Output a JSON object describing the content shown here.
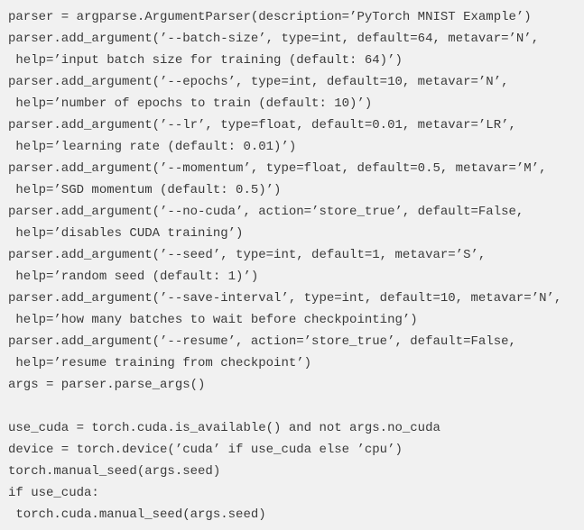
{
  "code": {
    "language": "python",
    "description": "PyTorch MNIST argparse setup code snippet",
    "lines": [
      "parser = argparse.ArgumentParser(description=’PyTorch MNIST Example’)",
      "parser.add_argument(’--batch-size’, type=int, default=64, metavar=’N’,",
      " help=’input batch size for training (default: 64)’)",
      "parser.add_argument(’--epochs’, type=int, default=10, metavar=’N’,",
      " help=’number of epochs to train (default: 10)’)",
      "parser.add_argument(’--lr’, type=float, default=0.01, metavar=’LR’,",
      " help=’learning rate (default: 0.01)’)",
      "parser.add_argument(’--momentum’, type=float, default=0.5, metavar=’M’,",
      " help=’SGD momentum (default: 0.5)’)",
      "parser.add_argument(’--no-cuda’, action=’store_true’, default=False,",
      " help=’disables CUDA training’)",
      "parser.add_argument(’--seed’, type=int, default=1, metavar=’S’,",
      " help=’random seed (default: 1)’)",
      "parser.add_argument(’--save-interval’, type=int, default=10, metavar=’N’,",
      " help=’how many batches to wait before checkpointing’)",
      "parser.add_argument(’--resume’, action=’store_true’, default=False,",
      " help=’resume training from checkpoint’)",
      "args = parser.parse_args()",
      "",
      "use_cuda = torch.cuda.is_available() and not args.no_cuda",
      "device = torch.device(’cuda’ if use_cuda else ’cpu’)",
      "torch.manual_seed(args.seed)",
      "if use_cuda:",
      " torch.cuda.manual_seed(args.seed)"
    ]
  }
}
